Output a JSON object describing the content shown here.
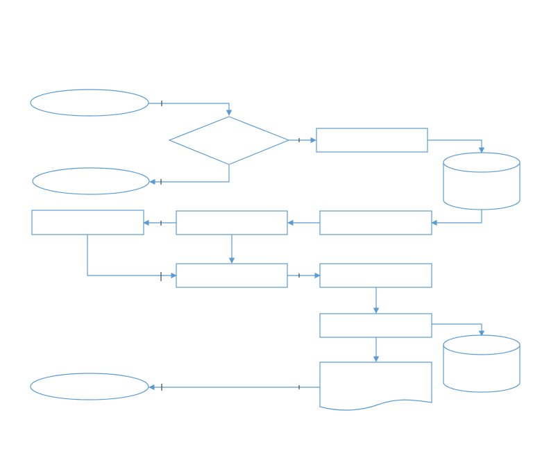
{
  "colors": {
    "stroke": "#5b9bd5",
    "arrow": "#5b9bd5",
    "background": "#ffffff"
  },
  "nodes": [
    {
      "id": "start-ellipse",
      "shape": "ellipse",
      "label": ""
    },
    {
      "id": "decision-diamond",
      "shape": "diamond",
      "label": ""
    },
    {
      "id": "end-ellipse-top",
      "shape": "ellipse",
      "label": ""
    },
    {
      "id": "process-box-1",
      "shape": "rect",
      "label": ""
    },
    {
      "id": "database-1",
      "shape": "cylinder",
      "label": ""
    },
    {
      "id": "process-box-2",
      "shape": "rect",
      "label": ""
    },
    {
      "id": "process-box-3",
      "shape": "rect",
      "label": ""
    },
    {
      "id": "process-box-4",
      "shape": "rect",
      "label": ""
    },
    {
      "id": "process-box-5",
      "shape": "rect",
      "label": ""
    },
    {
      "id": "process-box-6",
      "shape": "rect",
      "label": ""
    },
    {
      "id": "process-box-7",
      "shape": "rect",
      "label": ""
    },
    {
      "id": "database-2",
      "shape": "cylinder",
      "label": ""
    },
    {
      "id": "document-shape",
      "shape": "document",
      "label": ""
    },
    {
      "id": "end-ellipse-bottom",
      "shape": "ellipse",
      "label": ""
    }
  ],
  "edges": [
    {
      "id": "edge-start-to-decision"
    },
    {
      "id": "edge-decision-to-process1"
    },
    {
      "id": "edge-decision-to-end"
    },
    {
      "id": "edge-process1-to-db1"
    },
    {
      "id": "edge-db1-to-process2"
    },
    {
      "id": "edge-process2-to-process3"
    },
    {
      "id": "edge-process3-to-process4"
    },
    {
      "id": "edge-process3-to-process5"
    },
    {
      "id": "edge-process4-to-process5"
    },
    {
      "id": "edge-process5-to-process6"
    },
    {
      "id": "edge-process6-to-process7"
    },
    {
      "id": "edge-process7-to-db2"
    },
    {
      "id": "edge-process7-to-document"
    },
    {
      "id": "edge-document-to-end"
    }
  ]
}
